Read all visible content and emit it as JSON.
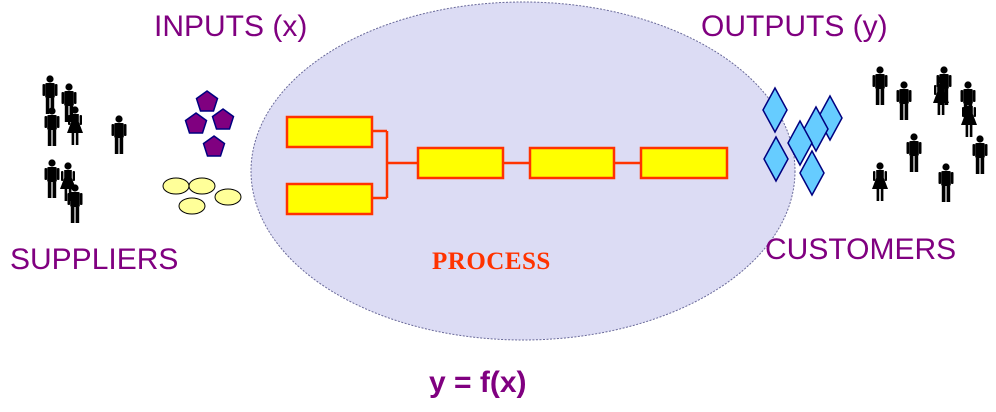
{
  "labels": {
    "inputs": "INPUTS (x)",
    "outputs": "OUTPUTS (y)",
    "suppliers": "SUPPLIERS",
    "customers": "CUSTOMERS",
    "process": "PROCESS",
    "formula": "y = f(x)"
  },
  "colors": {
    "label_text": "#800080",
    "process_text": "#ff3300",
    "ellipse_fill": "#dcdcf4",
    "box_fill": "#ffff00",
    "box_stroke": "#ff3300",
    "input_pentagon": "#800080",
    "input_oval": "#ffff99",
    "output_diamond": "#66ccff",
    "people": "#000000"
  },
  "icons": {
    "suppliers_group": "people-icon",
    "input_materials": "pentagon-icon",
    "input_resources": "oval-icon",
    "output_products": "diamond-icon",
    "customers_group": "people-icon"
  }
}
